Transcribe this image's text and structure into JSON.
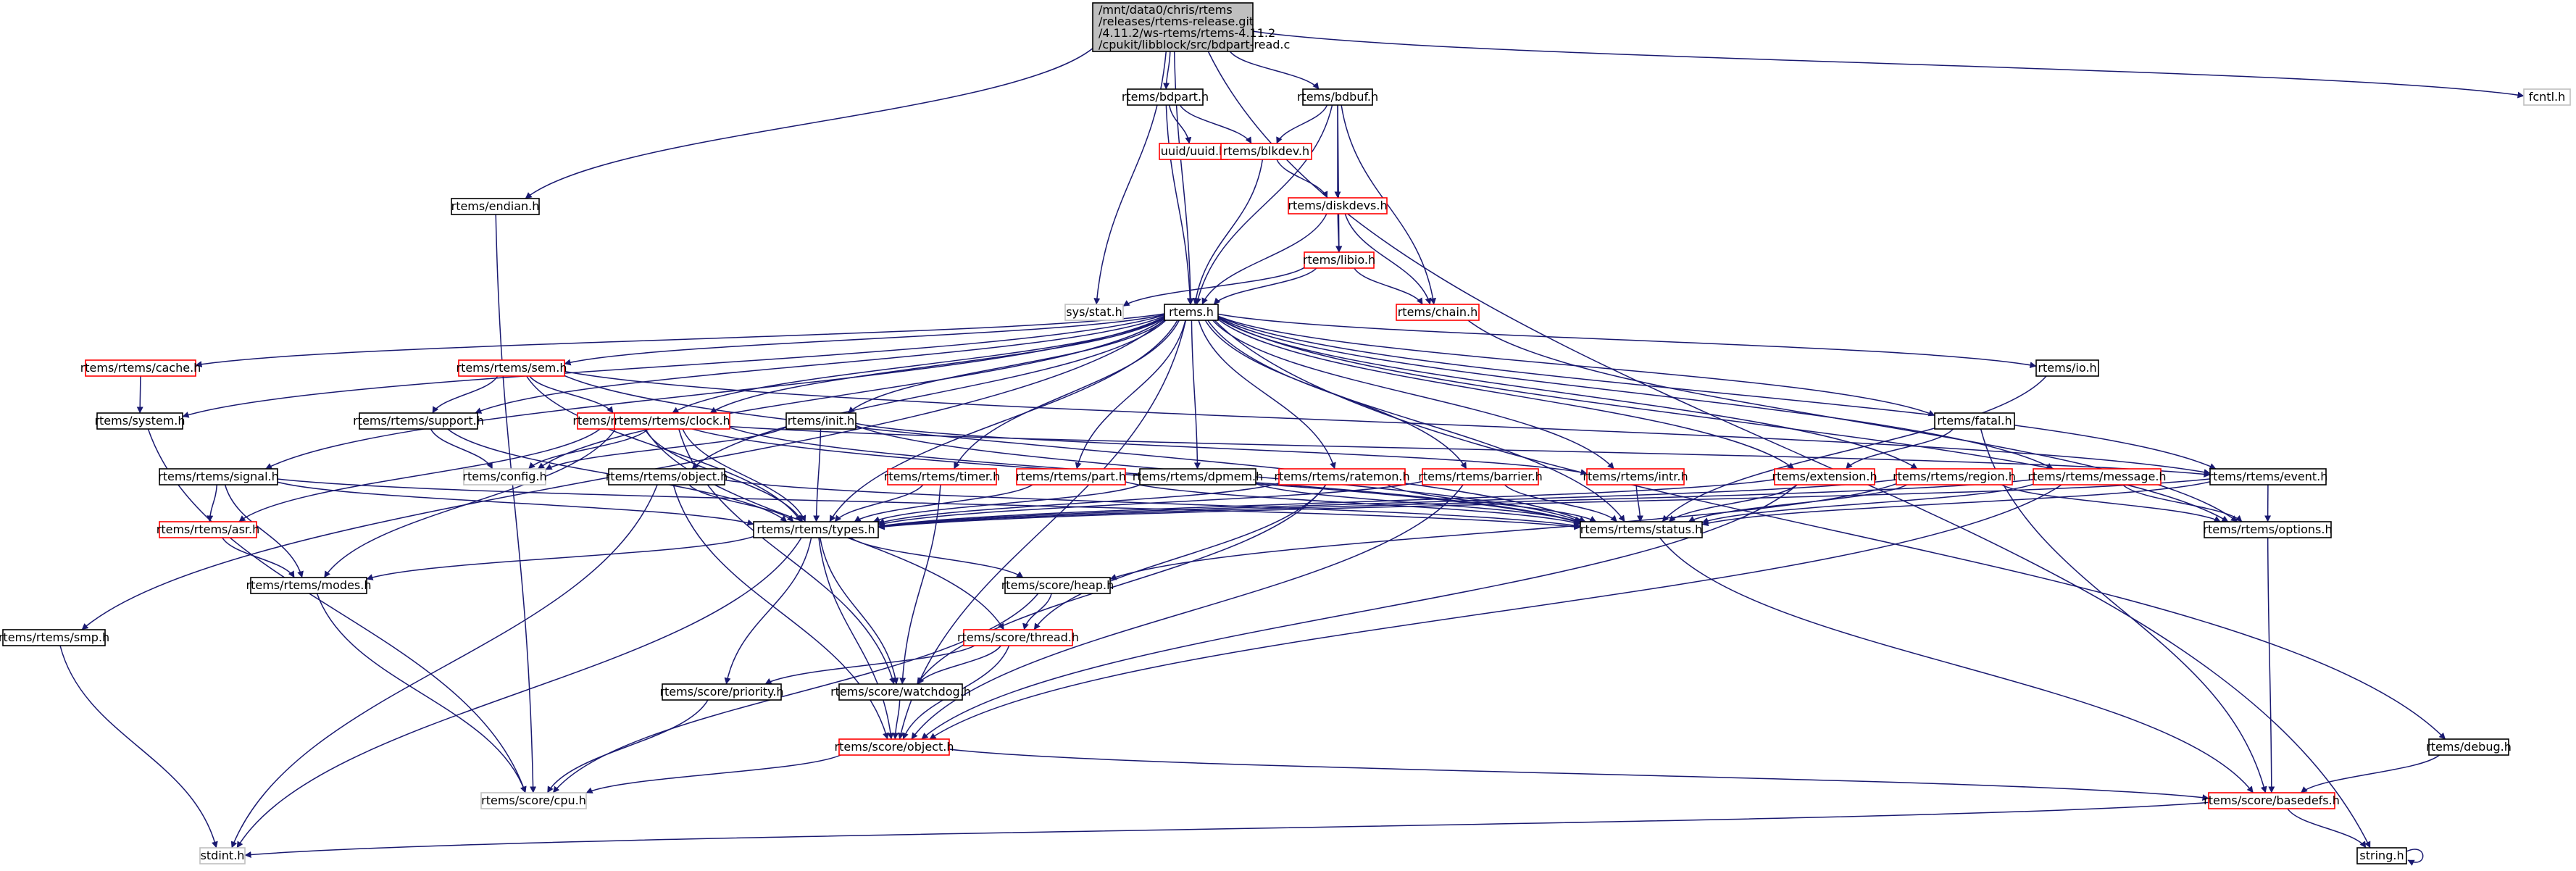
{
  "colors": {
    "edge": "#191970",
    "plain_border": "#000000",
    "truncated_border": "#ff0000",
    "external_border": "#bfbfbf",
    "root_fill": "#bfbfbf"
  },
  "root": {
    "lines": [
      "/mnt/data0/chris/rtems",
      "/releases/rtems-release.git",
      "/4.11.2/ws-rtems/rtems-4.11.2",
      "/cpukit/libblock/src/bdpart-read.c"
    ]
  },
  "nodes": [
    {
      "id": "bdpart",
      "label": "rtems/bdpart.h",
      "kind": "plain"
    },
    {
      "id": "bdbuf",
      "label": "rtems/bdbuf.h",
      "kind": "plain"
    },
    {
      "id": "fcntl",
      "label": "fcntl.h",
      "kind": "external"
    },
    {
      "id": "endian",
      "label": "rtems/endian.h",
      "kind": "plain"
    },
    {
      "id": "uuid",
      "label": "uuid/uuid.h",
      "kind": "truncated"
    },
    {
      "id": "blkdev",
      "label": "rtems/blkdev.h",
      "kind": "truncated"
    },
    {
      "id": "diskdevs",
      "label": "rtems/diskdevs.h",
      "kind": "truncated"
    },
    {
      "id": "libio",
      "label": "rtems/libio.h",
      "kind": "truncated"
    },
    {
      "id": "chain",
      "label": "rtems/chain.h",
      "kind": "truncated"
    },
    {
      "id": "sysstat",
      "label": "sys/stat.h",
      "kind": "external"
    },
    {
      "id": "rtemsh",
      "label": "rtems.h",
      "kind": "plain"
    },
    {
      "id": "cache",
      "label": "rtems/rtems/cache.h",
      "kind": "truncated"
    },
    {
      "id": "sem",
      "label": "rtems/rtems/sem.h",
      "kind": "truncated"
    },
    {
      "id": "system",
      "label": "rtems/system.h",
      "kind": "plain"
    },
    {
      "id": "support",
      "label": "rtems/rtems/support.h",
      "kind": "plain"
    },
    {
      "id": "tasks",
      "label": "rtems/rtems/tasks.h",
      "kind": "truncated"
    },
    {
      "id": "clock",
      "label": "rtems/rtems/clock.h",
      "kind": "truncated"
    },
    {
      "id": "init",
      "label": "rtems/init.h",
      "kind": "plain"
    },
    {
      "id": "config",
      "label": "rtems/config.h",
      "kind": "external"
    },
    {
      "id": "io",
      "label": "rtems/io.h",
      "kind": "plain"
    },
    {
      "id": "fatal",
      "label": "rtems/fatal.h",
      "kind": "plain"
    },
    {
      "id": "signal",
      "label": "rtems/rtems/signal.h",
      "kind": "plain"
    },
    {
      "id": "object",
      "label": "rtems/rtems/object.h",
      "kind": "plain"
    },
    {
      "id": "timer",
      "label": "rtems/rtems/timer.h",
      "kind": "truncated"
    },
    {
      "id": "part",
      "label": "rtems/rtems/part.h",
      "kind": "truncated"
    },
    {
      "id": "dpmem",
      "label": "rtems/rtems/dpmem.h",
      "kind": "plain"
    },
    {
      "id": "ratemon",
      "label": "rtems/rtems/ratemon.h",
      "kind": "truncated"
    },
    {
      "id": "barrier",
      "label": "rtems/rtems/barrier.h",
      "kind": "truncated"
    },
    {
      "id": "intr",
      "label": "rtems/rtems/intr.h",
      "kind": "truncated"
    },
    {
      "id": "extension",
      "label": "rtems/extension.h",
      "kind": "truncated"
    },
    {
      "id": "region",
      "label": "rtems/rtems/region.h",
      "kind": "truncated"
    },
    {
      "id": "message",
      "label": "rtems/rtems/message.h",
      "kind": "truncated"
    },
    {
      "id": "event",
      "label": "rtems/rtems/event.h",
      "kind": "plain"
    },
    {
      "id": "asr",
      "label": "rtems/rtems/asr.h",
      "kind": "truncated"
    },
    {
      "id": "types",
      "label": "rtems/rtems/types.h",
      "kind": "plain"
    },
    {
      "id": "status",
      "label": "rtems/rtems/status.h",
      "kind": "plain"
    },
    {
      "id": "options",
      "label": "rtems/rtems/options.h",
      "kind": "plain"
    },
    {
      "id": "modes",
      "label": "rtems/rtems/modes.h",
      "kind": "plain"
    },
    {
      "id": "heap",
      "label": "rtems/score/heap.h",
      "kind": "plain"
    },
    {
      "id": "smp",
      "label": "rtems/rtems/smp.h",
      "kind": "plain"
    },
    {
      "id": "thread",
      "label": "rtems/score/thread.h",
      "kind": "truncated"
    },
    {
      "id": "priority",
      "label": "rtems/score/priority.h",
      "kind": "plain"
    },
    {
      "id": "watchdog",
      "label": "rtems/score/watchdog.h",
      "kind": "plain"
    },
    {
      "id": "sobject",
      "label": "rtems/score/object.h",
      "kind": "truncated"
    },
    {
      "id": "debug",
      "label": "rtems/debug.h",
      "kind": "plain"
    },
    {
      "id": "cpu",
      "label": "rtems/score/cpu.h",
      "kind": "external"
    },
    {
      "id": "basedefs",
      "label": "rtems/score/basedefs.h",
      "kind": "truncated"
    },
    {
      "id": "stdint",
      "label": "stdint.h",
      "kind": "external"
    },
    {
      "id": "string",
      "label": "string.h",
      "kind": "plain"
    }
  ],
  "edges": [
    [
      "root",
      "bdpart"
    ],
    [
      "root",
      "bdbuf"
    ],
    [
      "root",
      "fcntl"
    ],
    [
      "root",
      "endian"
    ],
    [
      "root",
      "sysstat"
    ],
    [
      "root",
      "rtemsh"
    ],
    [
      "root",
      "string"
    ],
    [
      "bdpart",
      "uuid"
    ],
    [
      "bdpart",
      "blkdev"
    ],
    [
      "bdpart",
      "rtemsh"
    ],
    [
      "bdbuf",
      "blkdev"
    ],
    [
      "bdbuf",
      "diskdevs"
    ],
    [
      "bdbuf",
      "libio"
    ],
    [
      "bdbuf",
      "chain"
    ],
    [
      "bdbuf",
      "rtemsh"
    ],
    [
      "blkdev",
      "diskdevs"
    ],
    [
      "blkdev",
      "rtemsh"
    ],
    [
      "diskdevs",
      "libio"
    ],
    [
      "diskdevs",
      "chain"
    ],
    [
      "diskdevs",
      "rtemsh"
    ],
    [
      "libio",
      "sysstat"
    ],
    [
      "libio",
      "rtemsh"
    ],
    [
      "libio",
      "chain"
    ],
    [
      "chain",
      "options"
    ],
    [
      "endian",
      "cpu"
    ],
    [
      "rtemsh",
      "cache"
    ],
    [
      "rtemsh",
      "sem"
    ],
    [
      "rtemsh",
      "system"
    ],
    [
      "rtemsh",
      "support"
    ],
    [
      "rtemsh",
      "tasks"
    ],
    [
      "rtemsh",
      "clock"
    ],
    [
      "rtemsh",
      "init"
    ],
    [
      "rtemsh",
      "config"
    ],
    [
      "rtemsh",
      "io"
    ],
    [
      "rtemsh",
      "fatal"
    ],
    [
      "rtemsh",
      "signal"
    ],
    [
      "rtemsh",
      "object"
    ],
    [
      "rtemsh",
      "timer"
    ],
    [
      "rtemsh",
      "part"
    ],
    [
      "rtemsh",
      "dpmem"
    ],
    [
      "rtemsh",
      "ratemon"
    ],
    [
      "rtemsh",
      "barrier"
    ],
    [
      "rtemsh",
      "intr"
    ],
    [
      "rtemsh",
      "extension"
    ],
    [
      "rtemsh",
      "region"
    ],
    [
      "rtemsh",
      "message"
    ],
    [
      "rtemsh",
      "event"
    ],
    [
      "rtemsh",
      "types"
    ],
    [
      "rtemsh",
      "status"
    ],
    [
      "rtemsh",
      "smp"
    ],
    [
      "rtemsh",
      "debug"
    ],
    [
      "rtemsh",
      "sobject"
    ],
    [
      "rtemsh",
      "options"
    ],
    [
      "cache",
      "system"
    ],
    [
      "system",
      "cpu"
    ],
    [
      "sem",
      "support"
    ],
    [
      "sem",
      "tasks"
    ],
    [
      "sem",
      "types"
    ],
    [
      "sem",
      "status"
    ],
    [
      "sem",
      "event"
    ],
    [
      "support",
      "config"
    ],
    [
      "support",
      "types"
    ],
    [
      "tasks",
      "types"
    ],
    [
      "tasks",
      "status"
    ],
    [
      "tasks",
      "thread"
    ],
    [
      "tasks",
      "asr"
    ],
    [
      "tasks",
      "modes"
    ],
    [
      "tasks",
      "event"
    ],
    [
      "clock",
      "config"
    ],
    [
      "clock",
      "types"
    ],
    [
      "clock",
      "status"
    ],
    [
      "clock",
      "watchdog"
    ],
    [
      "init",
      "config"
    ],
    [
      "init",
      "types"
    ],
    [
      "init",
      "status"
    ],
    [
      "init",
      "intr"
    ],
    [
      "io",
      "status"
    ],
    [
      "fatal",
      "extension"
    ],
    [
      "fatal",
      "basedefs"
    ],
    [
      "signal",
      "asr"
    ],
    [
      "signal",
      "modes"
    ],
    [
      "signal",
      "types"
    ],
    [
      "signal",
      "status"
    ],
    [
      "object",
      "types"
    ],
    [
      "object",
      "status"
    ],
    [
      "object",
      "sobject"
    ],
    [
      "object",
      "stdint"
    ],
    [
      "timer",
      "types"
    ],
    [
      "timer",
      "watchdog"
    ],
    [
      "part",
      "types"
    ],
    [
      "part",
      "status"
    ],
    [
      "dpmem",
      "types"
    ],
    [
      "dpmem",
      "status"
    ],
    [
      "ratemon",
      "types"
    ],
    [
      "ratemon",
      "status"
    ],
    [
      "ratemon",
      "thread"
    ],
    [
      "ratemon",
      "watchdog"
    ],
    [
      "barrier",
      "types"
    ],
    [
      "barrier",
      "status"
    ],
    [
      "barrier",
      "sobject"
    ],
    [
      "intr",
      "status"
    ],
    [
      "extension",
      "types"
    ],
    [
      "extension",
      "status"
    ],
    [
      "extension",
      "sobject"
    ],
    [
      "region",
      "types"
    ],
    [
      "region",
      "status"
    ],
    [
      "region",
      "options"
    ],
    [
      "region",
      "heap"
    ],
    [
      "message",
      "types"
    ],
    [
      "message",
      "status"
    ],
    [
      "message",
      "options"
    ],
    [
      "message",
      "sobject"
    ],
    [
      "event",
      "types"
    ],
    [
      "event",
      "status"
    ],
    [
      "event",
      "options"
    ],
    [
      "asr",
      "modes"
    ],
    [
      "types",
      "modes"
    ],
    [
      "types",
      "heap"
    ],
    [
      "types",
      "priority"
    ],
    [
      "types",
      "watchdog"
    ],
    [
      "types",
      "sobject"
    ],
    [
      "types",
      "stdint"
    ],
    [
      "status",
      "basedefs"
    ],
    [
      "options",
      "basedefs"
    ],
    [
      "modes",
      "cpu"
    ],
    [
      "heap",
      "thread"
    ],
    [
      "heap",
      "cpu"
    ],
    [
      "thread",
      "priority"
    ],
    [
      "thread",
      "watchdog"
    ],
    [
      "thread",
      "sobject"
    ],
    [
      "priority",
      "cpu"
    ],
    [
      "watchdog",
      "sobject"
    ],
    [
      "sobject",
      "cpu"
    ],
    [
      "sobject",
      "basedefs"
    ],
    [
      "debug",
      "basedefs"
    ],
    [
      "basedefs",
      "stdint"
    ],
    [
      "basedefs",
      "string"
    ],
    [
      "smp",
      "stdint"
    ],
    [
      "string",
      "string"
    ]
  ]
}
